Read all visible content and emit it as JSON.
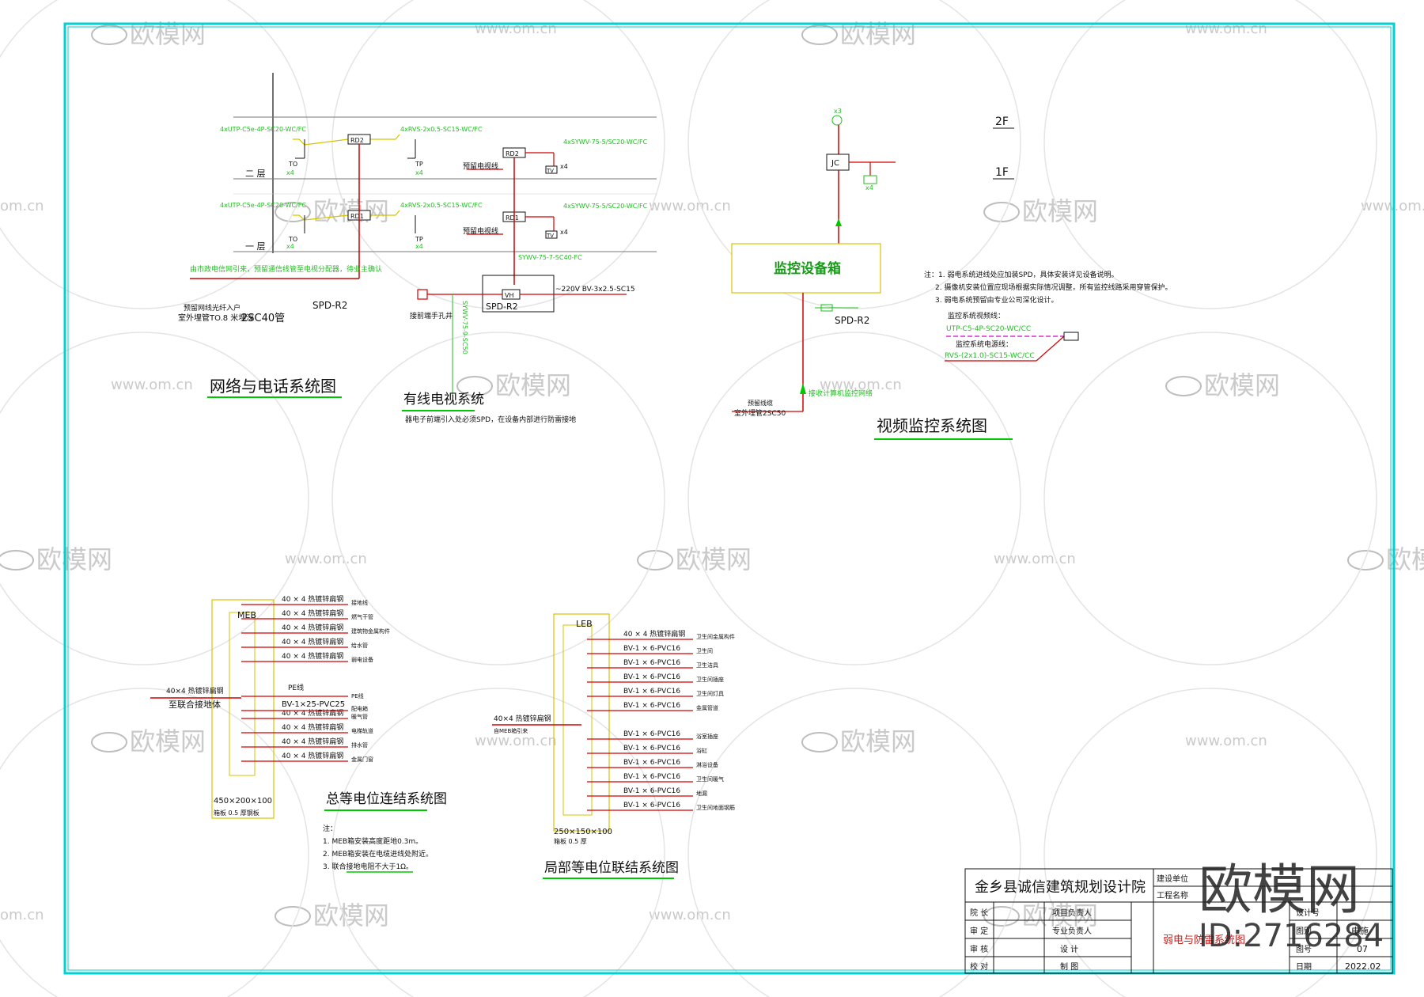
{
  "colors": {
    "frame": "#00d2d2",
    "wire_red": "#d40000",
    "wire_yellow": "#d6c400",
    "label_green": "#1fbf1f",
    "ink": "#111111",
    "underline_green": "#00c800",
    "watermark": "#bdbdbd",
    "magenta": "#d000d0",
    "title_red": "#c81e1e"
  },
  "network": {
    "title": "网络与电话系统图",
    "floor2": "二 层",
    "floor1": "一 层",
    "cable_top_left": "4xUTP-C5e-4P-SC20-WC/FC",
    "cable_top_right": "4xRVS-2x0.5-SC15-WC/FC",
    "cable_mid_left": "4xUTP-C5e-4P-SC20-WC/FC",
    "cable_mid_right": "4xRVS-2x0.5-SC15-WC/FC",
    "box2": "RD2",
    "box1": "RD1",
    "to": "TO",
    "tp": "TP",
    "x4": "x4",
    "note_red": "由市政电信网引来，预留通信线管至电视分配器，待业主确认",
    "entry1": "预留网线光纤入户",
    "entry2": "室外埋管TO.8 米埋深",
    "entry3": "2SC40管",
    "spd": "SPD-R2"
  },
  "catv": {
    "title": "有线电视系统",
    "rd2": "RD2",
    "rd1": "RD1",
    "coax_top": "4xSYWV-75-5/SC20-WC/FC",
    "coax_mid": "4xSYWV-75-5/SC20-WC/FC",
    "reserve1": "预留电视线",
    "reserve2": "预留电视线",
    "tv": "TV",
    "x4": "x4",
    "trunk": "SYWV-75-7-SC40-FC",
    "vh": "VH",
    "power": "~220V  BV-3x2.5-SC15",
    "spd": "SPD-R2",
    "entry": "接前端手孔井",
    "vertical": "SYWV-75-9-SC50",
    "note": "器电子前端引入处必须SPD，在设备内部进行防雷接地"
  },
  "cctv": {
    "title": "视频监控系统图",
    "cabinet": "监控设备箱",
    "jc": "JC",
    "x4": "x4",
    "x3": "x3",
    "spd": "SPD-R2",
    "input": "接收计算机监控网络",
    "entry1": "预留线缆",
    "entry2": "室外埋管2SC50",
    "floor2": "2F",
    "floor1": "1F",
    "notes": [
      "注：1. 弱电系统进线处应加装SPD，具体安装详见设备说明。",
      "2. 摄像机安装位置应现场根据实际情况调整，所有监控线路采用穿管保护。",
      "3. 弱电系统预留由专业公司深化设计。"
    ],
    "leg1_title": "监控系统视频线：",
    "leg1_code": "UTP-C5-4P-SC20-WC/CC",
    "leg2_title": "监控系统电源线：",
    "leg2_code": "RVS-(2x1.0)-SC15-WC/CC"
  },
  "meb": {
    "title": "总等电位连结系统图",
    "box": "MEB",
    "incoming": "40×4 热镀锌扁钢",
    "to_ground": "至联合接地体",
    "pe": "PE线",
    "bv": "BV-1×25-PVC25",
    "dims": "450×200×100",
    "thick": "箱板 0.5 厚钢板",
    "rows": [
      {
        "label": "40 × 4 热镀锌扁钢",
        "dest": "接地线"
      },
      {
        "label": "40 × 4 热镀锌扁钢",
        "dest": "燃气干管"
      },
      {
        "label": "40 × 4 热镀锌扁钢",
        "dest": "建筑物金属构件"
      },
      {
        "label": "40 × 4 热镀锌扁钢",
        "dest": "给水管"
      },
      {
        "label": "40 × 4 热镀锌扁钢",
        "dest": "弱电设备"
      },
      {
        "label": "40 × 4 热镀锌扁钢",
        "dest": "暖气管"
      },
      {
        "label": "40 × 4 热镀锌扁钢",
        "dest": "电梯轨道"
      },
      {
        "label": "40 × 4 热镀锌扁钢",
        "dest": "排水管"
      },
      {
        "label": "40 × 4 热镀锌扁钢",
        "dest": "金属门窗"
      }
    ],
    "pe_dest": "PE线",
    "bv_dest": "配电箱",
    "notes": [
      "注：",
      "1. MEB箱安装高度距地0.3m。",
      "2. MEB箱安装在电缆进线处附近。",
      "3. 联合接地电阻不大于1Ω。"
    ]
  },
  "leb": {
    "title": "局部等电位联结系统图",
    "box": "LEB",
    "incoming": "40×4 热镀锌扁钢",
    "incoming2": "自MEB箱引来",
    "dims": "250×150×100",
    "thick": "箱板 0.5 厚",
    "rows": [
      {
        "label": "40 × 4 热镀锌扁钢",
        "dest": "卫生间金属构件"
      },
      {
        "label": "BV-1 × 6-PVC16",
        "dest": "卫生间"
      },
      {
        "label": "BV-1 × 6-PVC16",
        "dest": "卫生洁具"
      },
      {
        "label": "BV-1 × 6-PVC16",
        "dest": "卫生间插座"
      },
      {
        "label": "BV-1 × 6-PVC16",
        "dest": "卫生间灯具"
      },
      {
        "label": "BV-1 × 6-PVC16",
        "dest": "金属管道"
      },
      {
        "label": "BV-1 × 6-PVC16",
        "dest": "浴室插座"
      },
      {
        "label": "BV-1 × 6-PVC16",
        "dest": "浴缸"
      },
      {
        "label": "BV-1 × 6-PVC16",
        "dest": "淋浴设备"
      },
      {
        "label": "BV-1 × 6-PVC16",
        "dest": "卫生间暖气"
      },
      {
        "label": "BV-1 × 6-PVC16",
        "dest": "地漏"
      },
      {
        "label": "BV-1 × 6-PVC16",
        "dest": "卫生间地面钢筋"
      }
    ]
  },
  "titleblock": {
    "institute": "金乡县诚信建筑规划设计院",
    "client_label": "建设单位",
    "project_label": "工程名称",
    "row1": "院 长",
    "row2": "审 定",
    "row3": "审 核",
    "row4": "校 对",
    "col2_1": "项目负责人",
    "col2_2": "专业负责人",
    "col2_3": "设 计",
    "col2_4": "制 图",
    "drawing_title": "弱电与防雷系统图",
    "design_no_label": "设计号",
    "sheet_label": "图别",
    "sheet_value": "电施",
    "number_label": "图号",
    "number_value": "07",
    "date_label": "日期",
    "date_value": "2022.02"
  },
  "watermark": {
    "brand": "欧模网",
    "url": "www.om.cn",
    "url_short": "om.cn",
    "id": "ID:2716284"
  }
}
